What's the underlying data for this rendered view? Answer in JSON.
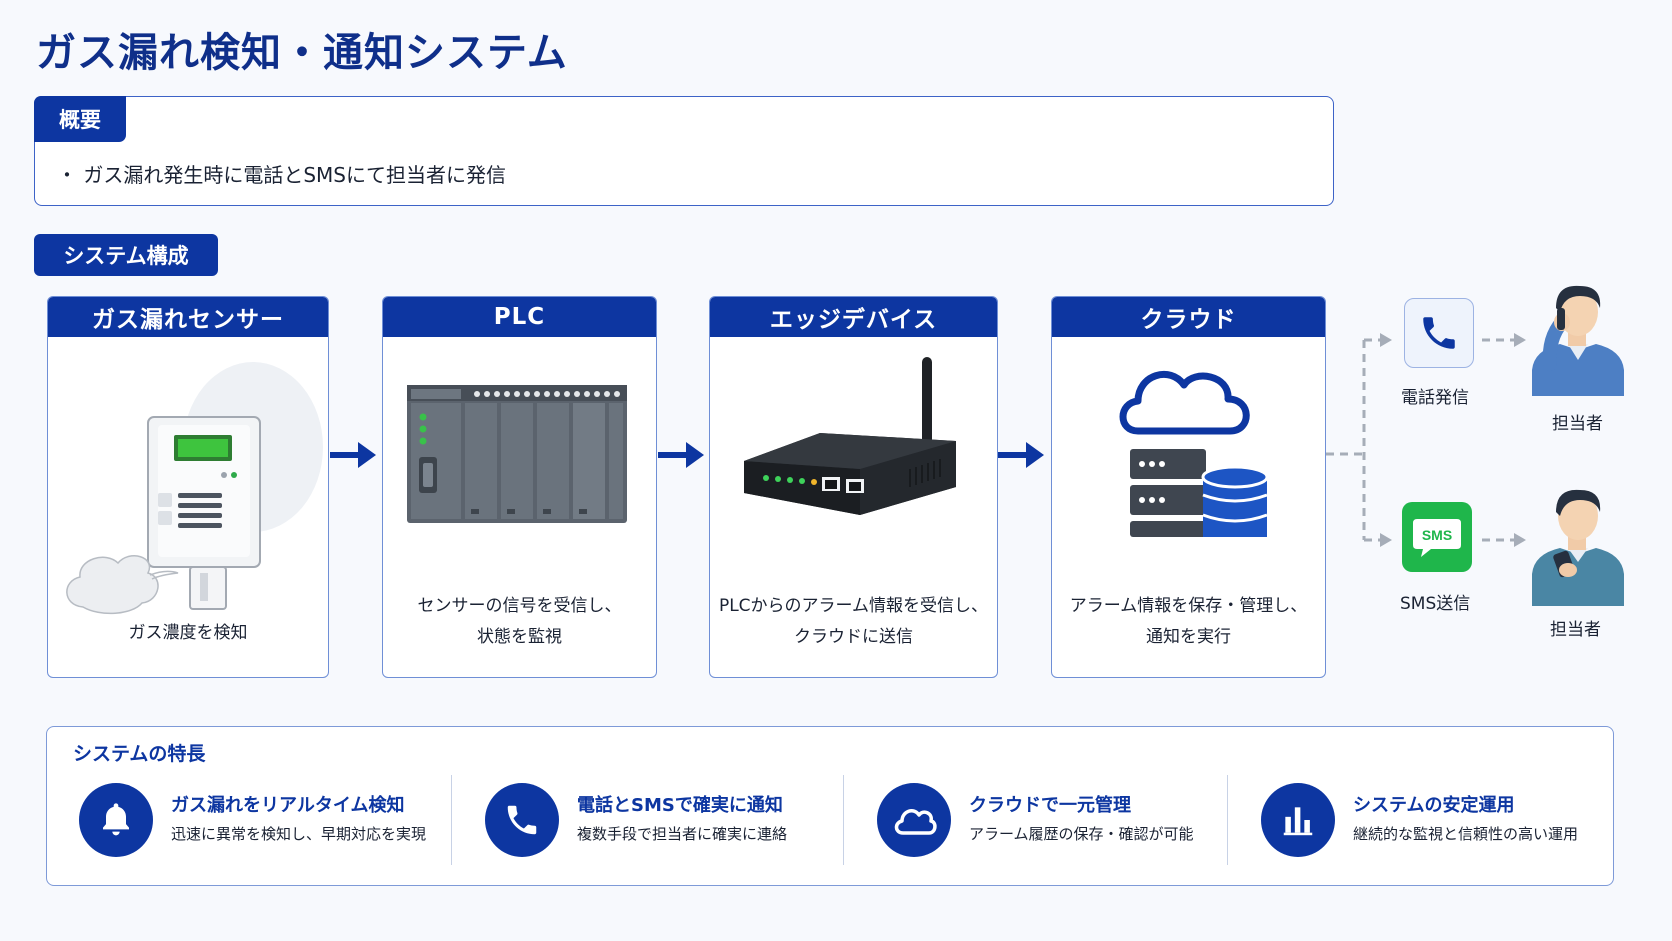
{
  "title": "ガス漏れ検知・通知システム",
  "overview": {
    "tag": "概要",
    "item": "・ ガス漏れ発生時に電話とSMSにて担当者に発信"
  },
  "system": {
    "tag": "システム構成",
    "cards": [
      {
        "title": "ガス漏れセンサー",
        "desc": [
          "ガス濃度を検知"
        ]
      },
      {
        "title": "PLC",
        "desc": [
          "センサーの信号を受信し、",
          "状態を監視"
        ]
      },
      {
        "title": "エッジデバイス",
        "desc": [
          "PLCからのアラーム情報を受信し、",
          "クラウドに送信"
        ]
      },
      {
        "title": "クラウド",
        "desc": [
          "アラーム情報を保存・管理し、",
          "通知を実行"
        ]
      }
    ],
    "notify": {
      "phone_label": "電話発信",
      "sms_badge": "SMS",
      "sms_label": "SMS送信",
      "person1_label": "担当者",
      "person2_label": "担当者"
    }
  },
  "features": {
    "title": "システムの特長",
    "items": [
      {
        "icon": "bell-icon",
        "title": "ガス漏れをリアルタイム検知",
        "desc": "迅速に異常を検知し、早期対応を実現"
      },
      {
        "icon": "phone-icon",
        "title": "電話とSMSで確実に通知",
        "desc": "複数手段で担当者に確実に連絡"
      },
      {
        "icon": "cloud-icon",
        "title": "クラウドで一元管理",
        "desc": "アラーム履歴の保存・確認が可能"
      },
      {
        "icon": "bar-chart-icon",
        "title": "システムの安定運用",
        "desc": "継続的な監視と信頼性の高い運用"
      }
    ]
  },
  "colors": {
    "primary": "#0d36a1",
    "title": "#0f2f8a",
    "sms_green": "#1fb64b",
    "arrow_gray": "#a6adb8"
  }
}
